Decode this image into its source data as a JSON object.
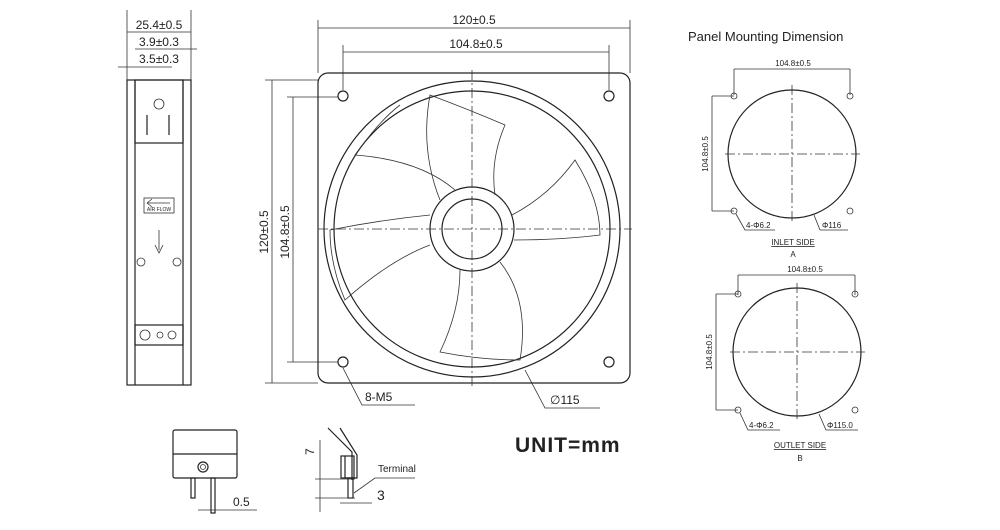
{
  "side_view": {
    "dim_width": "25.4±0.5",
    "dim_a": "3.9±0.3",
    "dim_b": "3.5±0.3",
    "airflow_label": "AIR FLOW"
  },
  "front_view": {
    "dim_width": "120±0.5",
    "dim_hole_h": "104.8±0.5",
    "dim_height": "120±0.5",
    "dim_hole_v": "104.8±0.5",
    "screw_label": "8-M5",
    "diameter_label": "∅115"
  },
  "terminal_view": {
    "pin_dim": "0.5",
    "height_dim": "7",
    "terminal_label": "Terminal",
    "terminal_dim": "3"
  },
  "unit_label": "UNIT=mm",
  "panel": {
    "title": "Panel Mounting Dimension",
    "inlet": {
      "dim_h": "104.8±0.5",
      "dim_v": "104.8±0.5",
      "holes": "4-Φ6.2",
      "diameter": "Φ116",
      "side": "INLET SIDE",
      "letter": "A"
    },
    "outlet": {
      "dim_h": "104.8±0.5",
      "dim_v": "104.8±0.5",
      "holes": "4-Φ6.2",
      "diameter": "Φ115.0",
      "side": "OUTLET SIDE",
      "letter": "B"
    }
  }
}
